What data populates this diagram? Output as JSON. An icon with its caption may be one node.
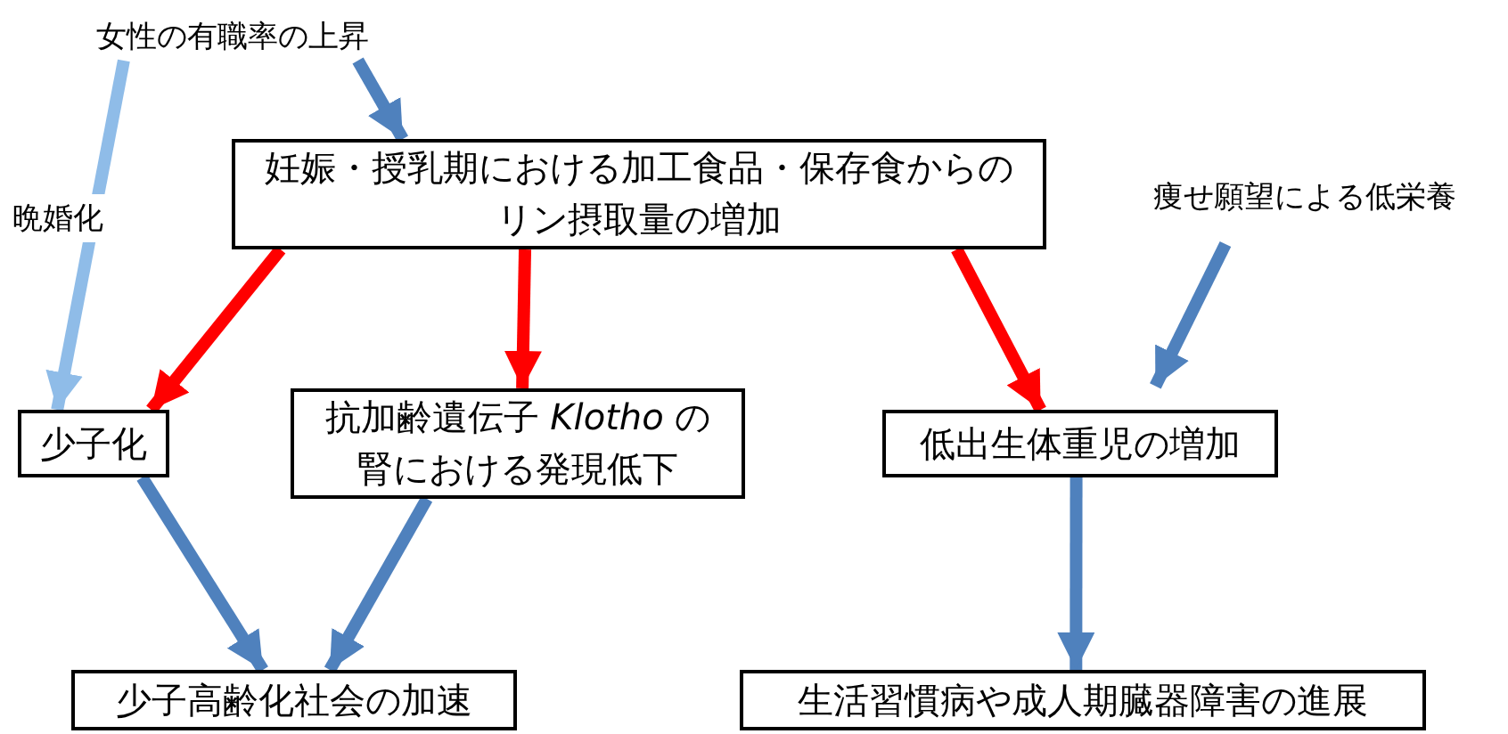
{
  "diagram": {
    "nodes": [
      {
        "text": [
          "女性の有職率の上昇"
        ]
      },
      {
        "text": [
          "妊娠・授乳期における加工食品・保存食からのリン摂取量の増加"
        ]
      },
      {
        "text": [
          "痩せ願望による低栄養"
        ]
      },
      {
        "text": [
          "少子化"
        ]
      },
      {
        "text": [
          "抗加齢遺伝子 *Klotho* の腎における発現低下"
        ]
      },
      {
        "text": [
          "低出生体重児の増加"
        ]
      },
      {
        "text": [
          "少子高齢化社会の加速"
        ]
      },
      {
        "text": [
          "生活習慣病や成人期臓器障害の進展"
        ]
      }
    ],
    "edges": [
      {
        "from": 0,
        "to": 1,
        "arrow": "to"
      },
      {
        "from": 0,
        "to": 3,
        "arrow": "to",
        "label": "晩婚化",
        "color": "#8fbce8"
      },
      {
        "from": 1,
        "to": 3,
        "arrow": "to",
        "color": "#ff0000"
      },
      {
        "from": 1,
        "to": 4,
        "arrow": "to",
        "color": "#ff0000"
      },
      {
        "from": 1,
        "to": 5,
        "arrow": "to",
        "color": "#ff0000"
      },
      {
        "from": 2,
        "to": 5,
        "arrow": "to"
      },
      {
        "from": 3,
        "to": 6,
        "arrow": "to"
      },
      {
        "from": 4,
        "to": 6,
        "arrow": "to"
      },
      {
        "from": 5,
        "to": 7,
        "arrow": "to"
      }
    ]
  }
}
